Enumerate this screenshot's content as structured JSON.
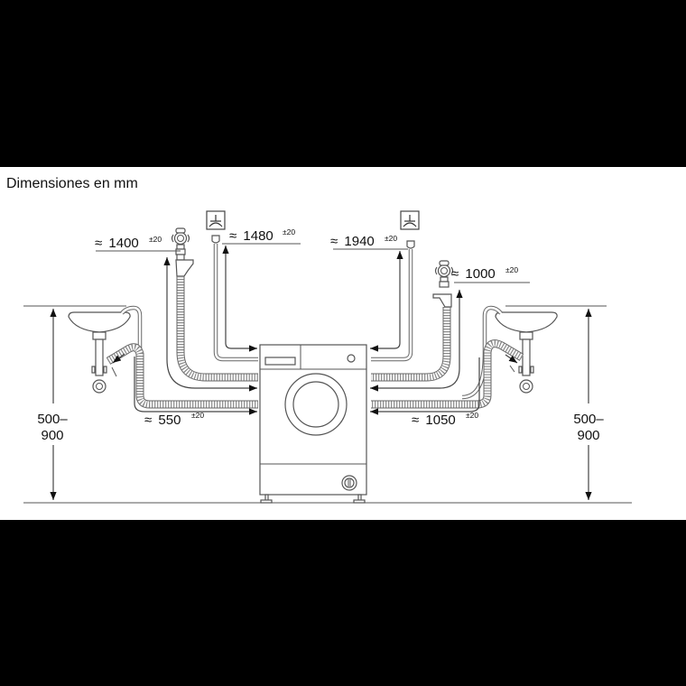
{
  "title": "Dimensiones en mm",
  "dimensions": {
    "left_tap_height": {
      "approx": "≈",
      "value": "1400",
      "tolerance": "±20"
    },
    "left_socket_height": {
      "approx": "≈",
      "value": "1480",
      "tolerance": "±20"
    },
    "right_socket_height": {
      "approx": "≈",
      "value": "1940",
      "tolerance": "±20"
    },
    "right_tap_height": {
      "approx": "≈",
      "value": "1000",
      "tolerance": "±20"
    },
    "left_drain_length": {
      "approx": "≈",
      "value": "550",
      "tolerance": "±20"
    },
    "right_drain_length": {
      "approx": "≈",
      "value": "1050",
      "tolerance": "±20"
    },
    "left_sink_height": {
      "line1": "500–",
      "line2": "900"
    },
    "right_sink_height": {
      "line1": "500–",
      "line2": "900"
    }
  },
  "icons": {
    "left_socket_symbol": "earth-socket-icon",
    "right_socket_symbol": "earth-socket-icon",
    "water_tap": "water-tap-icon",
    "sink": "sink-icon",
    "washing_machine": "washing-machine-icon"
  },
  "colors": {
    "background": "#ffffff",
    "frame": "#000000",
    "line": "#555555",
    "text": "#111111"
  }
}
